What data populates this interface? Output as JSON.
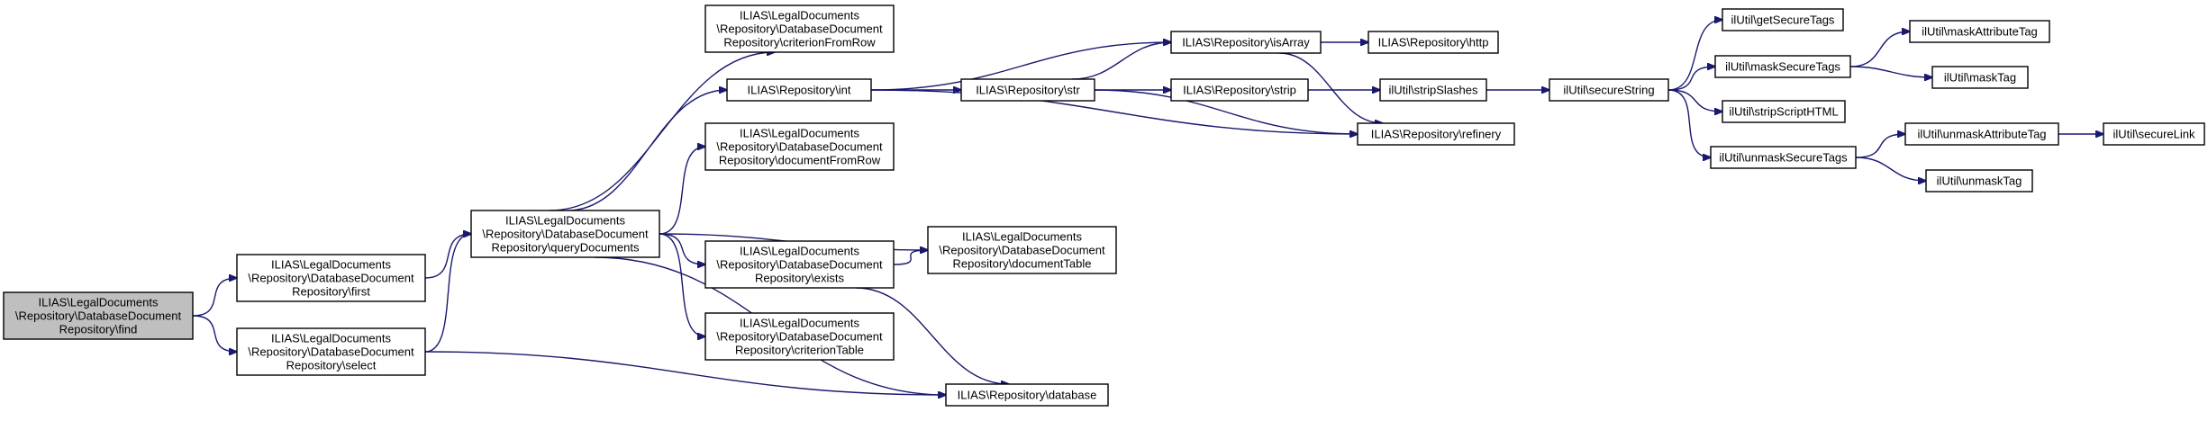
{
  "diagram": {
    "nodes": [
      {
        "id": "find",
        "lines": [
          "ILIAS\\LegalDocuments",
          "\\Repository\\DatabaseDocument",
          "Repository\\find"
        ],
        "highlight": true
      },
      {
        "id": "first",
        "lines": [
          "ILIAS\\LegalDocuments",
          "\\Repository\\DatabaseDocument",
          "Repository\\first"
        ]
      },
      {
        "id": "select",
        "lines": [
          "ILIAS\\LegalDocuments",
          "\\Repository\\DatabaseDocument",
          "Repository\\select"
        ]
      },
      {
        "id": "queryDocuments",
        "lines": [
          "ILIAS\\LegalDocuments",
          "\\Repository\\DatabaseDocument",
          "Repository\\queryDocuments"
        ]
      },
      {
        "id": "criterionFromRow",
        "lines": [
          "ILIAS\\LegalDocuments",
          "\\Repository\\DatabaseDocument",
          "Repository\\criterionFromRow"
        ]
      },
      {
        "id": "int",
        "lines": [
          "ILIAS\\Repository\\int"
        ]
      },
      {
        "id": "documentFromRow",
        "lines": [
          "ILIAS\\LegalDocuments",
          "\\Repository\\DatabaseDocument",
          "Repository\\documentFromRow"
        ]
      },
      {
        "id": "exists",
        "lines": [
          "ILIAS\\LegalDocuments",
          "\\Repository\\DatabaseDocument",
          "Repository\\exists"
        ]
      },
      {
        "id": "criterionTable",
        "lines": [
          "ILIAS\\LegalDocuments",
          "\\Repository\\DatabaseDocument",
          "Repository\\criterionTable"
        ]
      },
      {
        "id": "str",
        "lines": [
          "ILIAS\\Repository\\str"
        ]
      },
      {
        "id": "documentTable",
        "lines": [
          "ILIAS\\LegalDocuments",
          "\\Repository\\DatabaseDocument",
          "Repository\\documentTable"
        ]
      },
      {
        "id": "database",
        "lines": [
          "ILIAS\\Repository\\database"
        ]
      },
      {
        "id": "isArray",
        "lines": [
          "ILIAS\\Repository\\isArray"
        ]
      },
      {
        "id": "strip",
        "lines": [
          "ILIAS\\Repository\\strip"
        ]
      },
      {
        "id": "http",
        "lines": [
          "ILIAS\\Repository\\http"
        ]
      },
      {
        "id": "refinery",
        "lines": [
          "ILIAS\\Repository\\refinery"
        ]
      },
      {
        "id": "stripSlashes",
        "lines": [
          "ilUtil\\stripSlashes"
        ]
      },
      {
        "id": "secureString",
        "lines": [
          "ilUtil\\secureString"
        ]
      },
      {
        "id": "getSecureTags",
        "lines": [
          "ilUtil\\getSecureTags"
        ]
      },
      {
        "id": "maskSecureTags",
        "lines": [
          "ilUtil\\maskSecureTags"
        ]
      },
      {
        "id": "stripScriptHTML",
        "lines": [
          "ilUtil\\stripScriptHTML"
        ]
      },
      {
        "id": "unmaskSecureTags",
        "lines": [
          "ilUtil\\unmaskSecureTags"
        ]
      },
      {
        "id": "maskAttributeTag",
        "lines": [
          "ilUtil\\maskAttributeTag"
        ]
      },
      {
        "id": "maskTag",
        "lines": [
          "ilUtil\\maskTag"
        ]
      },
      {
        "id": "unmaskAttributeTag",
        "lines": [
          "ilUtil\\unmaskAttributeTag"
        ]
      },
      {
        "id": "unmaskTag",
        "lines": [
          "ilUtil\\unmaskTag"
        ]
      },
      {
        "id": "secureLink",
        "lines": [
          "ilUtil\\secureLink"
        ]
      }
    ],
    "edges": [
      [
        "find",
        "first"
      ],
      [
        "find",
        "select"
      ],
      [
        "first",
        "queryDocuments"
      ],
      [
        "select",
        "queryDocuments"
      ],
      [
        "select",
        "database"
      ],
      [
        "queryDocuments",
        "criterionFromRow"
      ],
      [
        "queryDocuments",
        "int"
      ],
      [
        "queryDocuments",
        "documentFromRow"
      ],
      [
        "queryDocuments",
        "documentTable"
      ],
      [
        "queryDocuments",
        "exists"
      ],
      [
        "queryDocuments",
        "criterionTable"
      ],
      [
        "queryDocuments",
        "database"
      ],
      [
        "int",
        "isArray"
      ],
      [
        "int",
        "str"
      ],
      [
        "int",
        "refinery"
      ],
      [
        "str",
        "isArray"
      ],
      [
        "str",
        "strip"
      ],
      [
        "str",
        "refinery"
      ],
      [
        "isArray",
        "http"
      ],
      [
        "isArray",
        "refinery"
      ],
      [
        "strip",
        "stripSlashes"
      ],
      [
        "stripSlashes",
        "secureString"
      ],
      [
        "secureString",
        "getSecureTags"
      ],
      [
        "secureString",
        "maskSecureTags"
      ],
      [
        "secureString",
        "stripScriptHTML"
      ],
      [
        "secureString",
        "unmaskSecureTags"
      ],
      [
        "maskSecureTags",
        "maskAttributeTag"
      ],
      [
        "maskSecureTags",
        "maskTag"
      ],
      [
        "unmaskSecureTags",
        "unmaskAttributeTag"
      ],
      [
        "unmaskSecureTags",
        "unmaskTag"
      ],
      [
        "unmaskAttributeTag",
        "secureLink"
      ],
      [
        "exists",
        "documentTable"
      ],
      [
        "exists",
        "database"
      ]
    ],
    "colors": {
      "edge": "#191970",
      "highlight_fill": "#bfbfbf",
      "node_border": "#000000"
    }
  }
}
